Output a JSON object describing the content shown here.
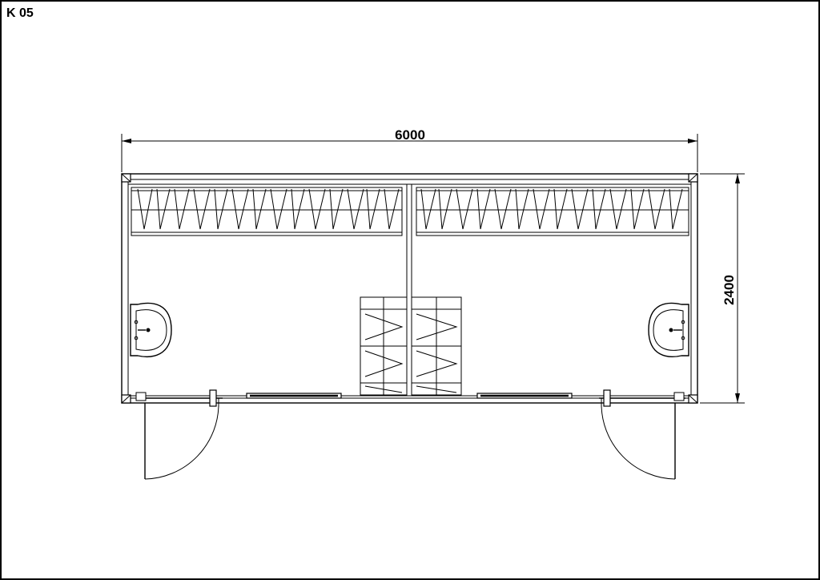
{
  "drawing": {
    "code": "K 05",
    "dimension_width": "6000",
    "dimension_height": "2400"
  }
}
